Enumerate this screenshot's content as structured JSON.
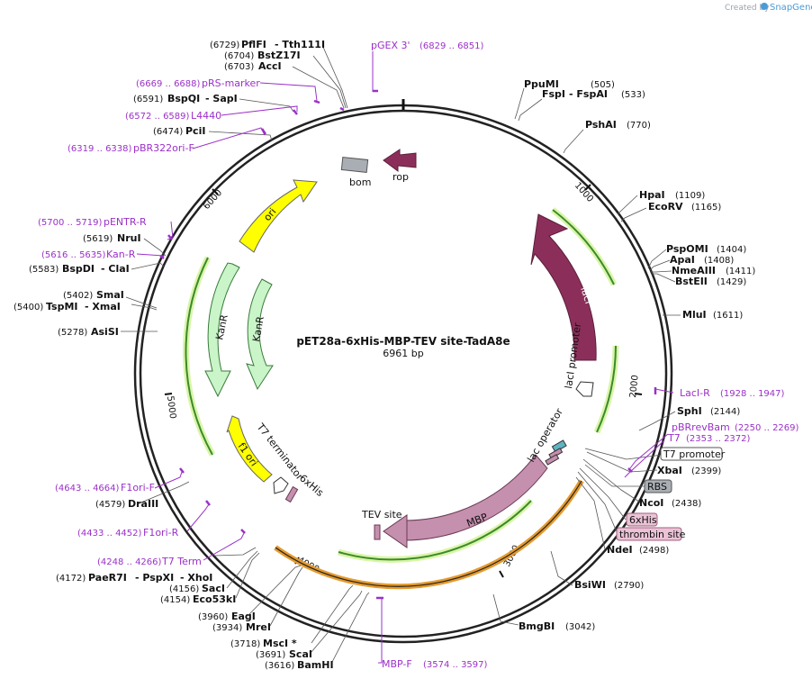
{
  "credit": {
    "prefix": "Created by",
    "brand": "SnapGene"
  },
  "plasmid": {
    "name": "pET28a-6xHis-MBP-TEV site-TadA8e",
    "length": "6961 bp"
  },
  "ticks": [
    "1000",
    "2000",
    "3000",
    "4000",
    "5000",
    "6000"
  ],
  "colors": {
    "backbone": "#222222",
    "lacI": "#8b2f5a",
    "mbp": "#c58fae",
    "kanR": "#c9f5c9",
    "ori": "#ffff00",
    "promoter": "#ffffff",
    "primer": "#9b30c8",
    "orf": "#3b8a2b",
    "orf_halo": "#d9f5a8",
    "orange": "#e49a2e",
    "rop": "#8b2f5a",
    "bom": "#a9aeb4"
  },
  "features": {
    "rop": "rop",
    "bom": "bom",
    "ori": "ori",
    "kanR_outer": "KanR",
    "kanR_inner": "KanR",
    "f1ori": "f1 ori",
    "t7term": "T7 terminator",
    "his6": "6xHis",
    "tev": "TEV site",
    "mbp": "MBP",
    "lacop": "lac operator",
    "lacpro": "lacI promoter",
    "lacI": "lacI"
  },
  "boxed_labels": {
    "t7promoter": "T7 promoter",
    "rbs": "RBS",
    "his6": "6xHis",
    "thrombin": "thrombin site"
  },
  "sites": [
    {
      "name": "PflFI",
      "pos": "(6729)",
      "pair": "- Tth111I"
    },
    {
      "name": "BstZ17I",
      "pos": "(6704)"
    },
    {
      "name": "AccI",
      "pos": "(6703)"
    },
    {
      "name": "BspQI",
      "pos": "(6591)",
      "pair": "- SapI"
    },
    {
      "name": "PciI",
      "pos": "(6474)"
    },
    {
      "name": "NruI",
      "pos": "(5619)"
    },
    {
      "name": "BspDI",
      "pos": "(5583)",
      "pair": "- ClaI"
    },
    {
      "name": "SmaI",
      "pos": "(5402)"
    },
    {
      "name": "TspMI",
      "pos": "(5400)",
      "pair": "- XmaI"
    },
    {
      "name": "AsiSI",
      "pos": "(5278)"
    },
    {
      "name": "DraIII",
      "pos": "(4579)"
    },
    {
      "name": "PaeR7I",
      "pos": "(4172)",
      "pair": "- PspXI",
      "pair2": "- XhoI"
    },
    {
      "name": "SacI",
      "pos": "(4156)"
    },
    {
      "name": "Eco53kI",
      "pos": "(4154)"
    },
    {
      "name": "EagI",
      "pos": "(3960)"
    },
    {
      "name": "MreI",
      "pos": "(3934)"
    },
    {
      "name": "MscI *",
      "pos": "(3718)"
    },
    {
      "name": "ScaI",
      "pos": "(3691)"
    },
    {
      "name": "BamHI",
      "pos": "(3616)"
    },
    {
      "name": "PpuMI",
      "pos": "(505)"
    },
    {
      "name": "FspI",
      "pos": "(533)",
      "pair": "- FspAI"
    },
    {
      "name": "PshAI",
      "pos": "(770)"
    },
    {
      "name": "HpaI",
      "pos": "(1109)"
    },
    {
      "name": "EcoRV",
      "pos": "(1165)"
    },
    {
      "name": "PspOMI",
      "pos": "(1404)"
    },
    {
      "name": "ApaI",
      "pos": "(1408)"
    },
    {
      "name": "NmeAIII",
      "pos": "(1411)"
    },
    {
      "name": "BstEII",
      "pos": "(1429)"
    },
    {
      "name": "MluI",
      "pos": "(1611)"
    },
    {
      "name": "SphI",
      "pos": "(2144)"
    },
    {
      "name": "XbaI",
      "pos": "(2399)"
    },
    {
      "name": "NcoI",
      "pos": "(2438)"
    },
    {
      "name": "NdeI",
      "pos": "(2498)"
    },
    {
      "name": "BsiWI",
      "pos": "(2790)"
    },
    {
      "name": "BmgBI",
      "pos": "(3042)"
    }
  ],
  "primers": [
    {
      "name": "pGEX 3'",
      "pos": "(6829 .. 6851)"
    },
    {
      "name": "pRS-marker",
      "pos": "(6669 .. 6688)"
    },
    {
      "name": "L4440",
      "pos": "(6572 .. 6589)"
    },
    {
      "name": "pBR322ori-F",
      "pos": "(6319 .. 6338)"
    },
    {
      "name": "pENTR-R",
      "pos": "(5700 .. 5719)"
    },
    {
      "name": "Kan-R",
      "pos": "(5616 .. 5635)"
    },
    {
      "name": "F1ori-F",
      "pos": "(4643 .. 4664)"
    },
    {
      "name": "F1ori-R",
      "pos": "(4433 .. 4452)"
    },
    {
      "name": "T7 Term",
      "pos": "(4248 .. 4266)"
    },
    {
      "name": "MBP-F",
      "pos": "(3574 .. 3597)"
    },
    {
      "name": "LacI-R",
      "pos": "(1928 .. 1947)"
    },
    {
      "name": "pBRrevBam",
      "pos": "(2250 .. 2269)"
    },
    {
      "name": "T7",
      "pos": "(2353 .. 2372)"
    }
  ]
}
